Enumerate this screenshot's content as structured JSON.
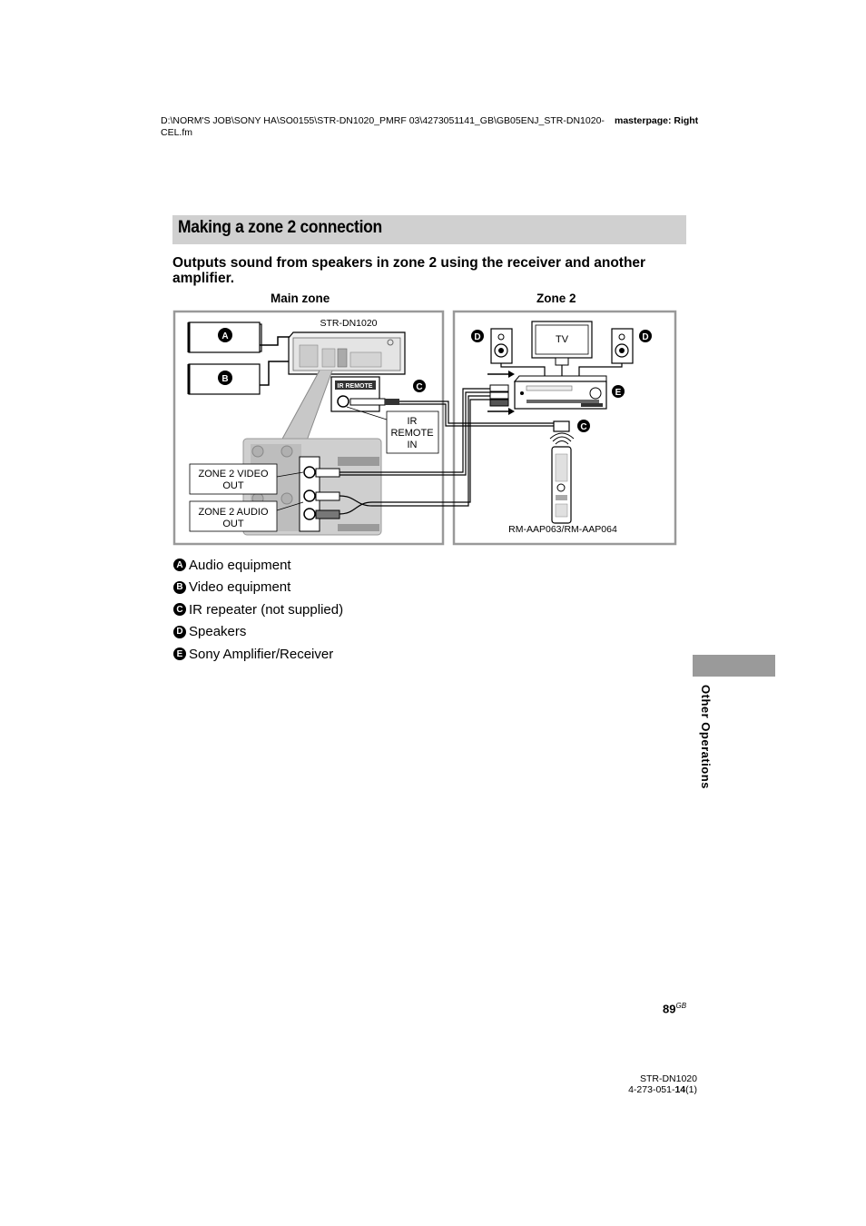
{
  "header": {
    "path": "D:\\NORM'S JOB\\SONY HA\\SO0155\\STR-DN1020_PMRF 03\\4273051141_GB\\GB05ENJ_STR-DN1020-CEL.fm",
    "masterpage": "masterpage: Right"
  },
  "section": {
    "title": "Making a zone 2 connection",
    "lead": "Outputs sound from speakers in zone 2 using the receiver and another amplifier."
  },
  "diagram": {
    "main_zone_label": "Main zone",
    "zone2_label": "Zone 2",
    "receiver_model": "STR-DN1020",
    "ir_remote_jack": "IR REMOTE",
    "ir_in_callout": [
      "IR",
      "REMOTE",
      "IN"
    ],
    "zone2_video_callout": [
      "ZONE 2 VIDEO",
      "OUT"
    ],
    "zone2_audio_callout": [
      "ZONE 2 AUDIO",
      "OUT"
    ],
    "tv_label": "TV",
    "remote_model": "RM-AAP063/RM-AAP064",
    "badges": {
      "a": "A",
      "b": "B",
      "c": "C",
      "d": "D",
      "e": "E"
    }
  },
  "legend": [
    {
      "letter": "A",
      "text": "Audio equipment"
    },
    {
      "letter": "B",
      "text": "Video equipment"
    },
    {
      "letter": "C",
      "text": "IR repeater (not supplied)"
    },
    {
      "letter": "D",
      "text": "Speakers"
    },
    {
      "letter": "E",
      "text": "Sony Amplifier/Receiver"
    }
  ],
  "side_tab": {
    "label": "Other Operations"
  },
  "page": {
    "number": "89",
    "suffix": "GB"
  },
  "footer": {
    "model": "STR-DN1020",
    "code_prefix": "4-273-051-",
    "code_bold": "14",
    "code_suffix": "(1)"
  }
}
